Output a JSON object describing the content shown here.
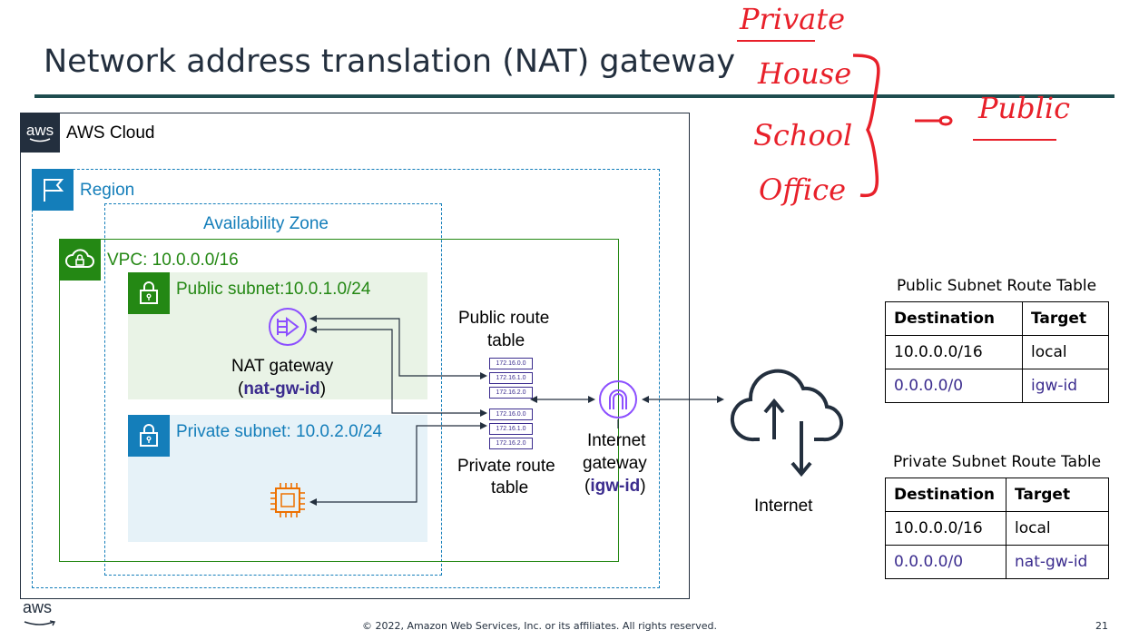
{
  "title": "Network address translation (NAT) gateway",
  "aws_cloud_label": "AWS Cloud",
  "aws_logo_text": "aws",
  "region_label": "Region",
  "az_label": "Availability Zone",
  "vpc_label": "VPC: 10.0.0.0/16",
  "public_subnet_label": "Public subnet:10.0.1.0/24",
  "private_subnet_label": "Private subnet: 10.0.2.0/24",
  "nat_gateway": {
    "name": "NAT gateway",
    "id": "nat-gw-id",
    "open": "(",
    "close": ")"
  },
  "public_route_table": {
    "line1": "Public route",
    "line2": "table"
  },
  "private_route_table": {
    "line1": "Private route",
    "line2": "table"
  },
  "route_table_rows": [
    "172.16.0.0",
    "172.16.1.0",
    "172.16.2.0"
  ],
  "internet_gateway": {
    "line1": "Internet",
    "line2": "gateway",
    "id": "igw-id",
    "open": "(",
    "close": ")"
  },
  "internet_label": "Internet",
  "public_table": {
    "title": "Public Subnet Route Table",
    "headers": [
      "Destination",
      "Target"
    ],
    "rows": [
      [
        "10.0.0.0/16",
        "local"
      ],
      [
        "0.0.0.0/0",
        "igw-id"
      ]
    ]
  },
  "private_table": {
    "title": "Private Subnet Route Table",
    "headers": [
      "Destination",
      "Target"
    ],
    "rows": [
      [
        "10.0.0.0/16",
        "local"
      ],
      [
        "0.0.0.0/0",
        "nat-gw-id"
      ]
    ]
  },
  "handwriting": {
    "private": "Private",
    "items": [
      "House",
      "School",
      "Office"
    ],
    "public": "Public"
  },
  "footer": {
    "copyright": "© 2022, Amazon Web Services, Inc. or its affiliates. All rights reserved.",
    "page_number": "21",
    "logo_text": "aws"
  },
  "colors": {
    "title": "#232f3e",
    "rule": "#1e4d4f",
    "region": "#147eba",
    "vpc": "#248814",
    "nat": "#8c4fff",
    "ec2": "#ed7100",
    "id_text": "#3b2c8e",
    "ink": "#e8202a"
  }
}
